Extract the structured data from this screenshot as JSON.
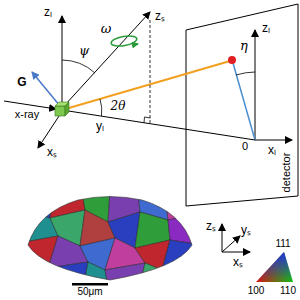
{
  "diagram": {
    "labels": [
      "zₗ",
      "ψ",
      "ω",
      "zₛ",
      "G",
      "x-ray",
      "2θ",
      "yₗ",
      "xₛ",
      "zₗ",
      "η",
      "xₗ",
      "0",
      "detector",
      "zₛ",
      "yₛ",
      "xₛ",
      "50μm",
      "111",
      "100",
      "110"
    ]
  }
}
